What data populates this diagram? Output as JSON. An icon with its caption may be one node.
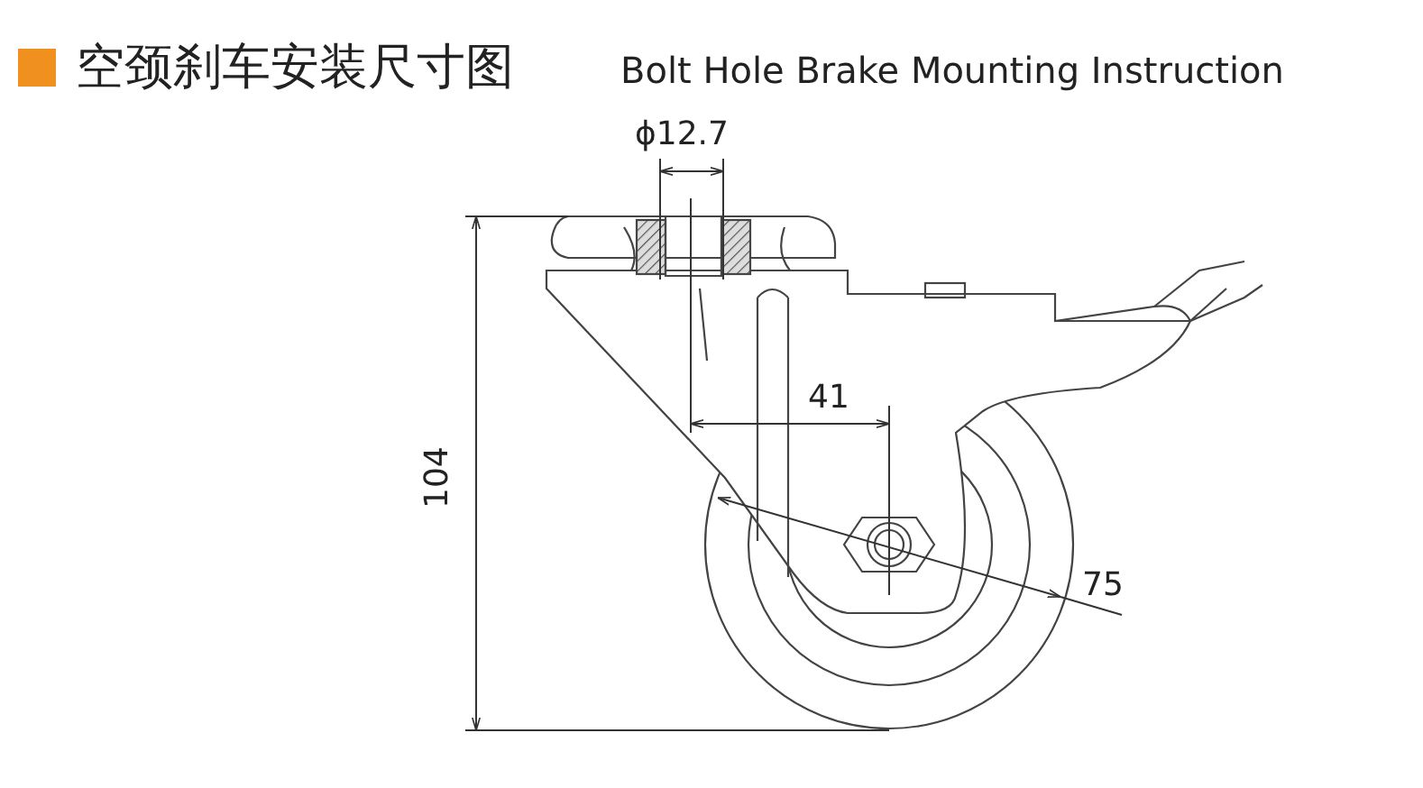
{
  "diagram": {
    "title": "空颈刹车安装尺寸图",
    "labels": [
      "Bolt Hole Brake Mounting Instruction",
      "ϕ12.7",
      "41",
      "104",
      "75"
    ]
  }
}
